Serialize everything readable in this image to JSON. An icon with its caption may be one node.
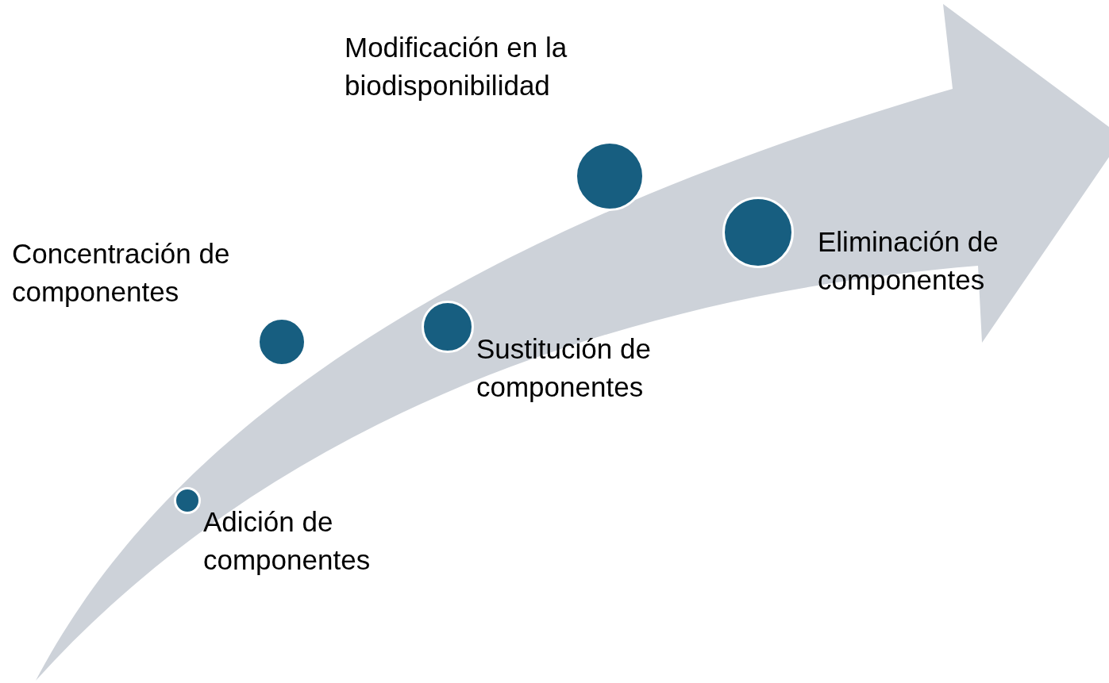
{
  "diagram": {
    "nodes": [
      {
        "text": [],
        "shape": "circle",
        "beside": [
          "Adición de componentes"
        ]
      },
      {
        "text": [],
        "shape": "circle",
        "beside": [
          "Concentración de componentes"
        ]
      },
      {
        "text": [],
        "shape": "circle",
        "beside": [
          "Sustitución de componentes"
        ]
      },
      {
        "text": [],
        "shape": "circle",
        "beside": [
          "Modificación en la biodisponibilidad"
        ]
      },
      {
        "text": [],
        "shape": "circle",
        "beside": [
          "Eliminación de componentes"
        ]
      }
    ]
  }
}
